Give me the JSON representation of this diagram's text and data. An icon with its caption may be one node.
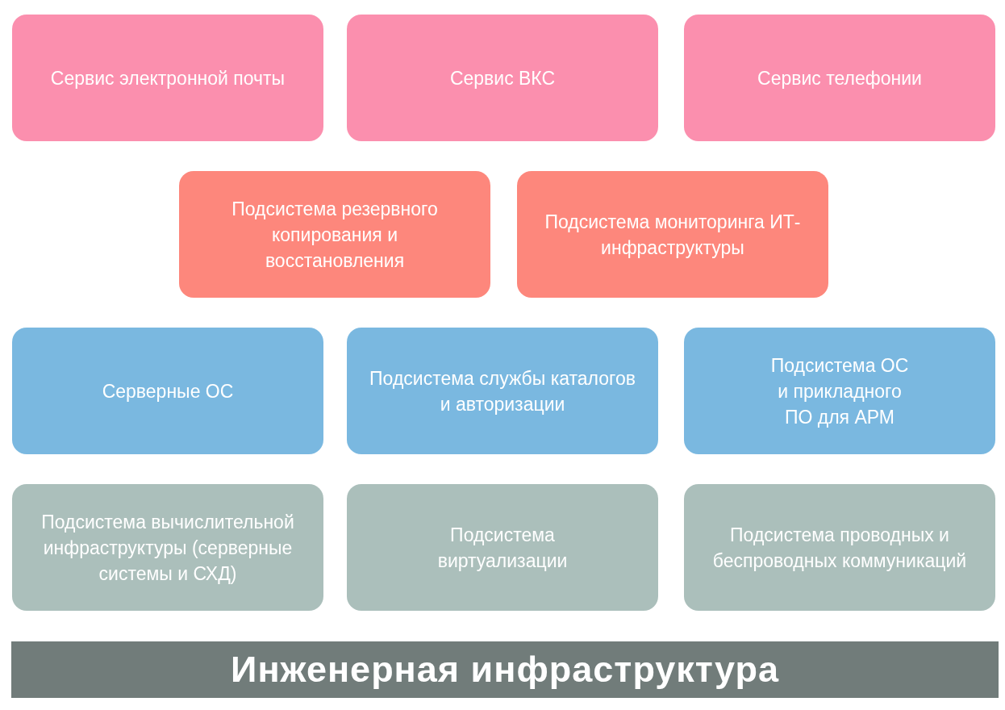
{
  "diagram": {
    "nodes": [
      {
        "text": [
          "Сервис электронной почты"
        ]
      },
      {
        "text": [
          "Сервис ВКС"
        ]
      },
      {
        "text": [
          "Сервис телефонии"
        ]
      },
      {
        "text": [
          "Подсистема резервного копирования и восстановления"
        ]
      },
      {
        "text": [
          "Подсистема мониторинга ИТ- инфраструктуры"
        ]
      },
      {
        "text": [
          "Серверные ОС"
        ]
      },
      {
        "text": [
          "Подсистема службы каталогов и авторизации"
        ]
      },
      {
        "text": [
          "Подсистема ОС и прикладного ПО для АРМ"
        ]
      },
      {
        "text": [
          "Подсистема вычислительной инфраструктуры (серверные системы и СХД)"
        ]
      },
      {
        "text": [
          "Подсистема виртуализации"
        ]
      },
      {
        "text": [
          "Подсистема проводных и беспроводных коммуникаций"
        ]
      },
      {
        "text": [
          "Инженерная инфраструктура"
        ]
      }
    ]
  }
}
